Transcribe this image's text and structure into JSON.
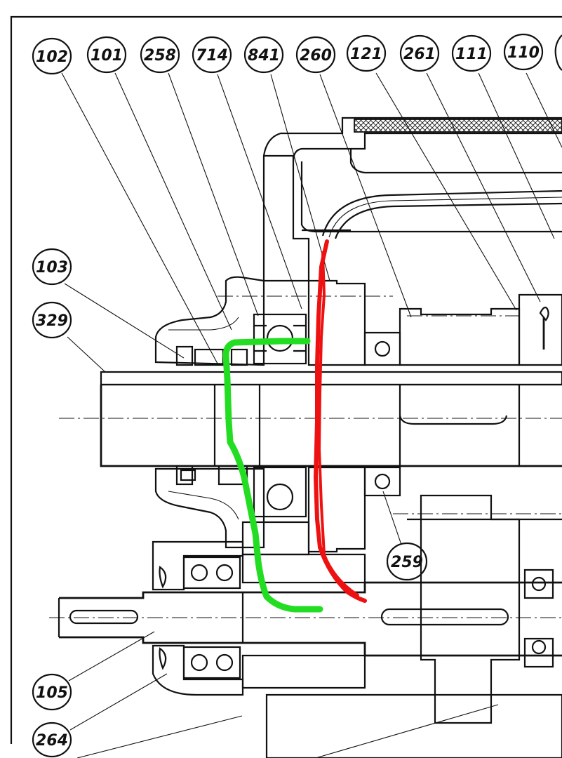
{
  "diagram": {
    "callouts": [
      {
        "id": "c102",
        "label": "102"
      },
      {
        "id": "c101",
        "label": "101"
      },
      {
        "id": "c258",
        "label": "258"
      },
      {
        "id": "c714",
        "label": "714"
      },
      {
        "id": "c841",
        "label": "841"
      },
      {
        "id": "c260",
        "label": "260"
      },
      {
        "id": "c121",
        "label": "121"
      },
      {
        "id": "c261",
        "label": "261"
      },
      {
        "id": "c111",
        "label": "111"
      },
      {
        "id": "c110",
        "label": "110"
      },
      {
        "id": "c103",
        "label": "103"
      },
      {
        "id": "c329",
        "label": "329"
      },
      {
        "id": "c259",
        "label": "259"
      },
      {
        "id": "c105",
        "label": "105"
      },
      {
        "id": "c264",
        "label": "264"
      }
    ],
    "annotation_colors": {
      "green_path": "#22dd22",
      "red_path": "#ee1111"
    }
  }
}
